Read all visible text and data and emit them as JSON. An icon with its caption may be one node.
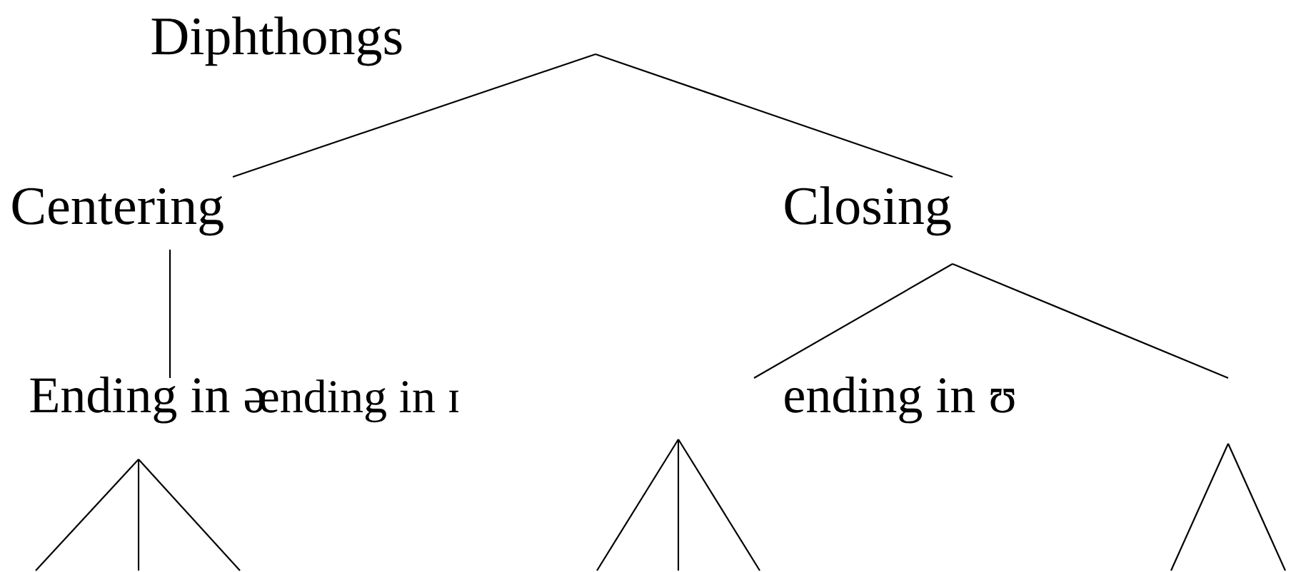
{
  "diagram": {
    "nodes": [
      {
        "text": [
          "Diphthongs"
        ]
      },
      {
        "text": [
          "Centering"
        ]
      },
      {
        "text": [
          "Closing"
        ]
      },
      {
        "text": [
          "Ending in ə"
        ]
      },
      {
        "text": [
          "ending in ɪ"
        ]
      },
      {
        "text": [
          "ending in ʊ"
        ]
      }
    ],
    "edges": [
      {
        "from": null,
        "to": 1,
        "arrow": "none"
      },
      {
        "from": null,
        "to": 2,
        "arrow": "none"
      },
      {
        "from": 1,
        "to": 3,
        "arrow": "none"
      },
      {
        "from": 2,
        "to": 5,
        "arrow": "none"
      },
      {
        "from": 2,
        "to": null,
        "arrow": "none"
      },
      {
        "from": 3,
        "to": null,
        "arrow": "none"
      },
      {
        "from": 3,
        "to": null,
        "arrow": "none"
      },
      {
        "from": 3,
        "to": null,
        "arrow": "none"
      }
    ]
  }
}
